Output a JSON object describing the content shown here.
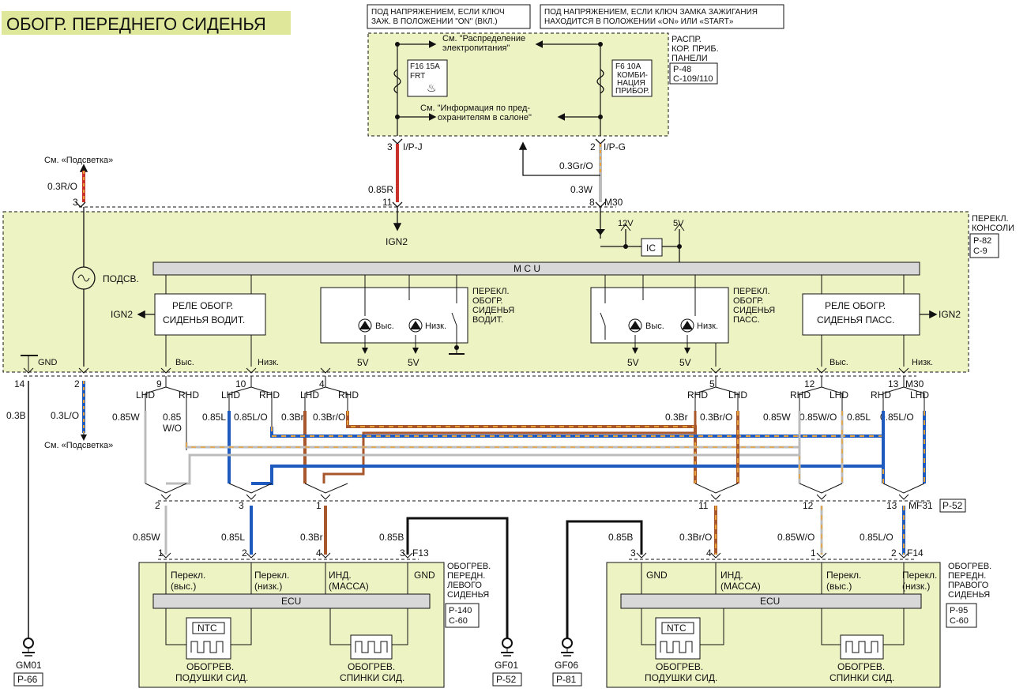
{
  "title": "ОБОГР. ПЕРЕДНЕГО СИДЕНЬЯ",
  "colors": {
    "green_fill": "#eef3c4",
    "title_bg": "#dfe89a",
    "gray_bar": "#d8d8d8",
    "red": "#c8302a",
    "orange": "#e7a33a",
    "blue": "#1f5bbf",
    "brown": "#a8562b",
    "gray_wire": "#bcbcbc",
    "black": "#111111"
  },
  "top": {
    "note_left_1": "ПОД НАПРЯЖЕНИЕМ, ЕСЛИ КЛЮЧ",
    "note_left_2": "ЗАЖ. В ПОЛОЖЕНИИ \"ON\" (ВКЛ.)",
    "note_right_1": "ПОД НАПРЯЖЕНИЕМ, ЕСЛИ КЛЮЧ ЗАМКА ЗАЖИГАНИЯ",
    "note_right_2": "НАХОДИТСЯ В ПОЛОЖЕНИИ «ON» ИЛИ «START»",
    "see_power_1": "См. \"Распределение",
    "see_power_2": "электропитания\"",
    "see_fuse_1": "См. \"Информация по пред-",
    "see_fuse_2": "охранителям в салоне\"",
    "fuse_left": "F16 15A",
    "fuse_left_sub": "FRT",
    "fuse_right": "F6 10A",
    "fuse_right_sub_1": "КОМБИ-",
    "fuse_right_sub_2": "НАЦИЯ",
    "fuse_right_sub_3": "ПРИБОР.",
    "panel_1": "РАСПР.",
    "panel_2": "КОР. ПРИБ.",
    "panel_3": "ПАНЕЛИ",
    "panel_ref_1": "P-48",
    "panel_ref_2": "C-109/110",
    "pin_left": "3",
    "conn_left": "I/P-J",
    "pin_right": "2",
    "conn_right": "I/P-G",
    "wire_gro": "0.3Gr/O",
    "wire_085r": "0.85R",
    "wire_03w": "0.3W"
  },
  "console": {
    "see_light_top": "См. «Подсветка»",
    "see_light_bottom": "См. «Подсветка»",
    "wire_03ro": "0.3R/O",
    "pin_3": "3",
    "pin_11": "11",
    "pin_8": "8",
    "m30": "M30",
    "ign2": "IGN2",
    "v12": "12V",
    "v5": "5V",
    "ic": "IC",
    "mcu": "M C U",
    "lamp": "ПОДСВ.",
    "relay_drv_1": "РЕЛЕ ОБОГР.",
    "relay_drv_2": "СИДЕНЬЯ ВОДИТ.",
    "relay_pas_1": "РЕЛЕ ОБОГР.",
    "relay_pas_2": "СИДЕНЬЯ ПАСС.",
    "sw_drv_1": "ПЕРЕКЛ.",
    "sw_drv_2": "ОБОГР.",
    "sw_drv_3": "СИДЕНЬЯ",
    "sw_drv_4": "ВОДИТ.",
    "sw_pas_1": "ПЕРЕКЛ.",
    "sw_pas_2": "ОБОГР.",
    "sw_pas_3": "СИДЕНЬЯ",
    "sw_pas_4": "ПАСС.",
    "hi": "Выс.",
    "lo": "Низк.",
    "switch_name_1": "ПЕРЕКЛ.",
    "switch_name_2": "КОНСОЛИ",
    "switch_ref_1": "P-82",
    "switch_ref_2": "C-9",
    "gnd": "GND",
    "bot_pins": [
      "14",
      "2",
      "9",
      "10",
      "4",
      "5",
      "12",
      "13"
    ],
    "bot_labels": [
      "Выс.",
      "Низк.",
      "Выс.",
      "Низк."
    ],
    "m30b": "M30"
  },
  "harness": {
    "lhd": "LHD",
    "rhd": "RHD",
    "wires_left": [
      "0.85W",
      "0.85",
      "W/O",
      "0.85L",
      "0.85L/O",
      "0.3Br",
      "0.3Br/O"
    ],
    "wires_right": [
      "0.3Br",
      "0.3Br/O",
      "0.85W",
      "0.85W/O",
      "0.85L",
      "0.85L/O"
    ],
    "wire_03b": "0.3B",
    "wire_03lo": "0.3L/O",
    "mf_pins": [
      "2",
      "3",
      "1",
      "11",
      "12",
      "13"
    ],
    "mf31": "MF31",
    "mf31_ref": "P-52"
  },
  "seat_left": {
    "wires": [
      "0.85W",
      "0.85L",
      "0.3Br",
      "0.85B"
    ],
    "pins": [
      "1",
      "2",
      "4",
      "3"
    ],
    "conn": "F13",
    "inputs": [
      "Перекл.",
      "(выс.)",
      "Перекл.",
      "(низк.)",
      "ИНД.",
      "(МАССА)",
      "GND"
    ],
    "ecu": "ECU",
    "ntc": "NTC",
    "cushion_1": "ОБОГРЕВ.",
    "cushion_2": "ПОДУШКИ СИД.",
    "back_1": "ОБОГРЕВ.",
    "back_2": "СПИНКИ СИД.",
    "name_1": "ОБОГРЕВ.",
    "name_2": "ПЕРЕДН.",
    "name_3": "ЛЕВОГО",
    "name_4": "СИДЕНЬЯ",
    "ref_1": "P-140",
    "ref_2": "C-60"
  },
  "seat_right": {
    "wires": [
      "0.85B",
      "0.3Br/O",
      "0.85W/O",
      "0.85L/O"
    ],
    "pins": [
      "3",
      "4",
      "1",
      "2"
    ],
    "conn": "F14",
    "inputs": [
      "GND",
      "ИНД.",
      "(МАССА)",
      "Перекл.",
      "(выс.)",
      "Перекл.",
      "(низк.)"
    ],
    "ecu": "ECU",
    "ntc": "NTC",
    "cushion_1": "ОБОГРЕВ.",
    "cushion_2": "ПОДУШКИ СИД.",
    "back_1": "ОБОГРЕВ.",
    "back_2": "СПИНКИ СИД.",
    "name_1": "ОБОГРЕВ.",
    "name_2": "ПЕРЕДН.",
    "name_3": "ПРАВОГО",
    "name_4": "СИДЕНЬЯ",
    "ref_1": "P-95",
    "ref_2": "C-60"
  },
  "grounds": [
    {
      "name": "GM01",
      "ref": "P-66"
    },
    {
      "name": "GF01",
      "ref": "P-52"
    },
    {
      "name": "GF06",
      "ref": "P-81"
    }
  ]
}
